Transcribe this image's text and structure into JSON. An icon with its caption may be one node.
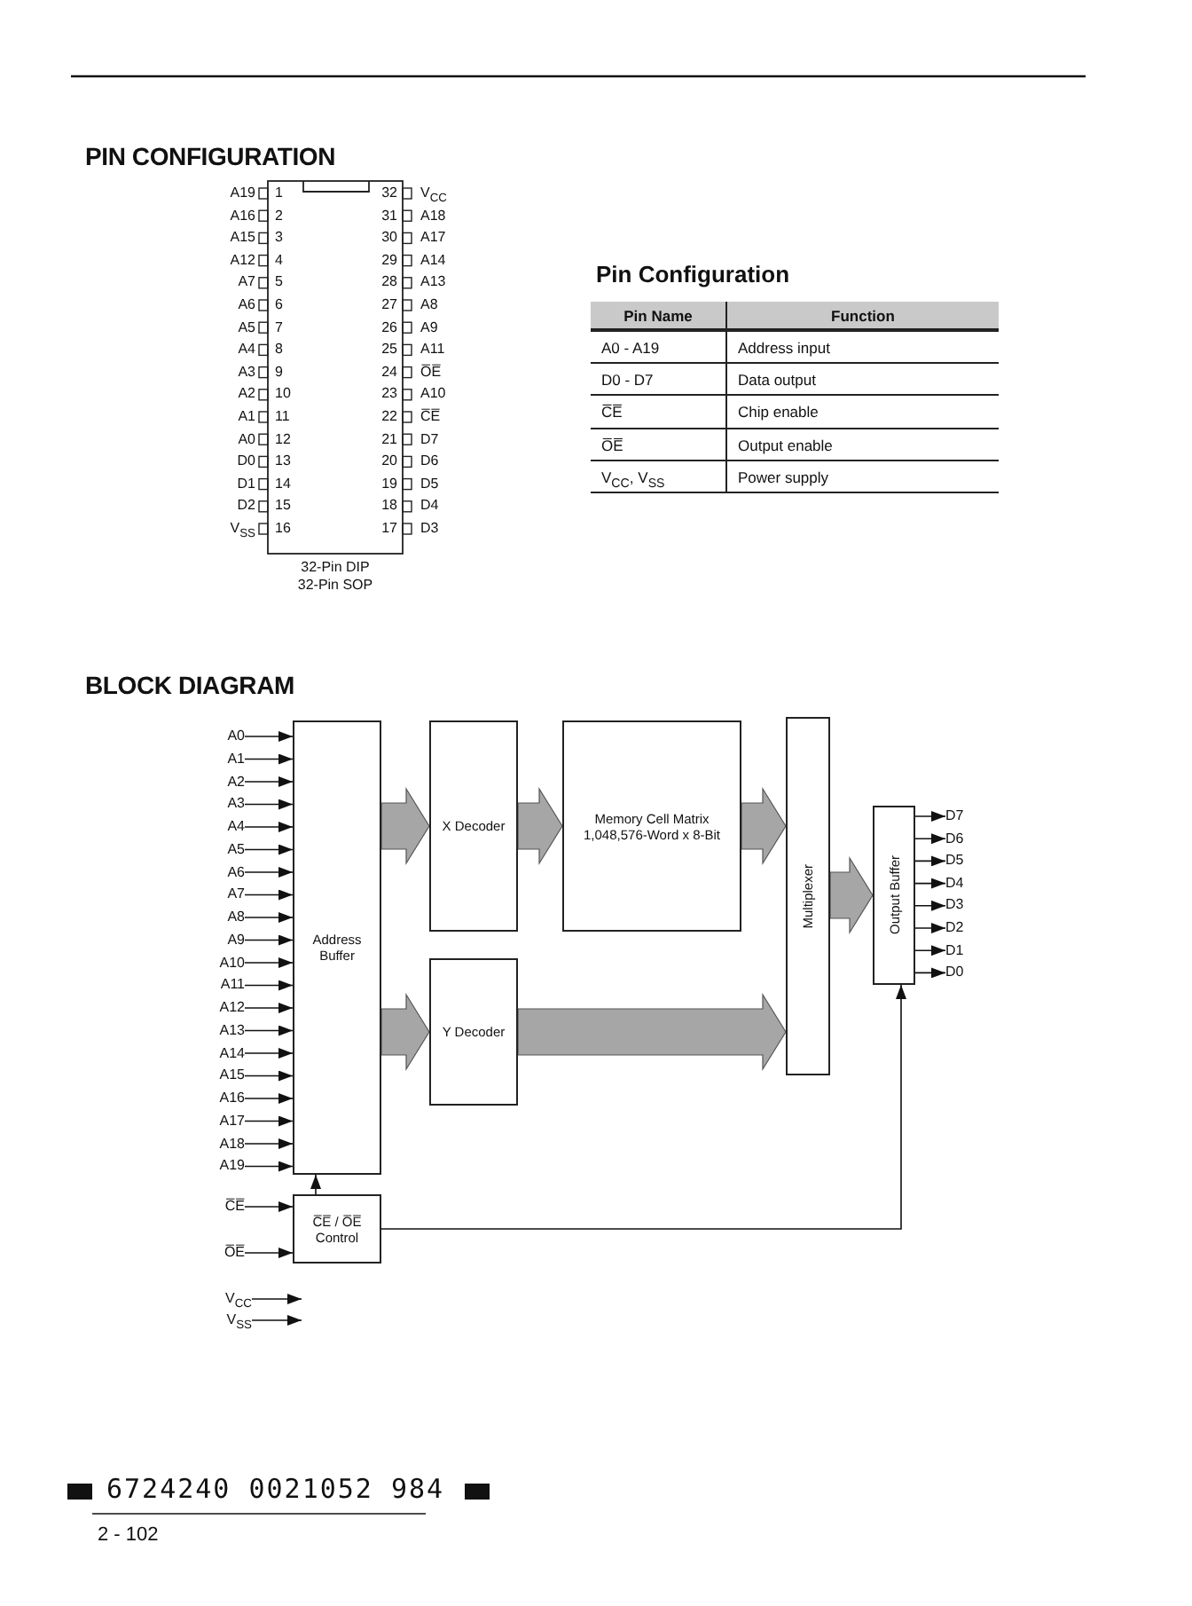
{
  "diagram": {
    "nodes": [
      {
        "text": [
          "Address Buffer"
        ]
      },
      {
        "text": [
          "X Decoder"
        ]
      },
      {
        "text": [
          "Y Decoder"
        ]
      },
      {
        "text": [
          "Memory Cell Matrix 1,048,576-Word x 8-Bit"
        ]
      },
      {
        "text": [
          "Multiplexer"
        ]
      },
      {
        "text": [
          "Output Buffer"
        ]
      },
      {
        "text": [
          "C̅E̅ / O̅E̅ Control"
        ]
      },
      {
        "text": [
          "A0"
        ]
      },
      {
        "text": [
          "A1"
        ]
      },
      {
        "text": [
          "A2"
        ]
      },
      {
        "text": [
          "A3"
        ]
      },
      {
        "text": [
          "A4"
        ]
      },
      {
        "text": [
          "A5"
        ]
      },
      {
        "text": [
          "A6"
        ]
      },
      {
        "text": [
          "A7"
        ]
      },
      {
        "text": [
          "A8"
        ]
      },
      {
        "text": [
          "A9"
        ]
      },
      {
        "text": [
          "A10"
        ]
      },
      {
        "text": [
          "A11"
        ]
      },
      {
        "text": [
          "A12"
        ]
      },
      {
        "text": [
          "A13"
        ]
      },
      {
        "text": [
          "A14"
        ]
      },
      {
        "text": [
          "A15"
        ]
      },
      {
        "text": [
          "A16"
        ]
      },
      {
        "text": [
          "A17"
        ]
      },
      {
        "text": [
          "A18"
        ]
      },
      {
        "text": [
          "A19"
        ]
      },
      {
        "text": [
          "C̅E̅"
        ]
      },
      {
        "text": [
          "O̅E̅"
        ]
      },
      {
        "text": [
          "V$_{CC}$"
        ]
      },
      {
        "text": [
          "V$_{SS}$"
        ]
      },
      {
        "text": [
          "D7"
        ]
      },
      {
        "text": [
          "D6"
        ]
      },
      {
        "text": [
          "D5"
        ]
      },
      {
        "text": [
          "D4"
        ]
      },
      {
        "text": [
          "D3"
        ]
      },
      {
        "text": [
          "D2"
        ]
      },
      {
        "text": [
          "D1"
        ]
      },
      {
        "text": [
          "D0"
        ]
      }
    ],
    "edges": [
      {
        "from": 7,
        "to": 0,
        "arrow": "to"
      },
      {
        "from": 8,
        "to": 0,
        "arrow": "to"
      },
      {
        "from": 9,
        "to": 0,
        "arrow": "to"
      },
      {
        "from": 10,
        "to": 0,
        "arrow": "to"
      },
      {
        "from": 11,
        "to": 0,
        "arrow": "to"
      },
      {
        "from": 12,
        "to": 0,
        "arrow": "to"
      },
      {
        "from": 13,
        "to": 0,
        "arrow": "to"
      },
      {
        "from": 14,
        "to": 0,
        "arrow": "to"
      },
      {
        "from": 15,
        "to": 0,
        "arrow": "to"
      },
      {
        "from": 16,
        "to": 0,
        "arrow": "to"
      },
      {
        "from": 17,
        "to": 0,
        "arrow": "to"
      },
      {
        "from": 18,
        "to": 0,
        "arrow": "to"
      },
      {
        "from": 19,
        "to": 0,
        "arrow": "to"
      },
      {
        "from": 20,
        "to": 0,
        "arrow": "to"
      },
      {
        "from": 21,
        "to": 0,
        "arrow": "to"
      },
      {
        "from": 22,
        "to": 0,
        "arrow": "to"
      },
      {
        "from": 23,
        "to": 0,
        "arrow": "to"
      },
      {
        "from": 24,
        "to": 0,
        "arrow": "to"
      },
      {
        "from": 25,
        "to": 0,
        "arrow": "to"
      },
      {
        "from": 26,
        "to": 0,
        "arrow": "to"
      },
      {
        "from": 27,
        "to": 6,
        "arrow": "to"
      },
      {
        "from": 28,
        "to": 6,
        "arrow": "to"
      },
      {
        "from": 6,
        "to": 0,
        "arrow": "to"
      },
      {
        "from": 6,
        "to": 5,
        "arrow": "to"
      },
      {
        "from": 29,
        "to": null,
        "arrow": "to"
      },
      {
        "from": 30,
        "to": null,
        "arrow": "to"
      },
      {
        "from": 0,
        "to": 1,
        "arrow": "to",
        "style": "thick",
        "color": "#a6a6a6"
      },
      {
        "from": 0,
        "to": 2,
        "arrow": "to",
        "style": "thick",
        "color": "#a6a6a6"
      },
      {
        "from": 1,
        "to": 3,
        "arrow": "to",
        "style": "thick",
        "color": "#a6a6a6"
      },
      {
        "from": 3,
        "to": 4,
        "arrow": "to",
        "style": "thick",
        "color": "#a6a6a6"
      },
      {
        "from": 2,
        "to": 4,
        "arrow": "to",
        "style": "thick",
        "color": "#a6a6a6"
      },
      {
        "from": 4,
        "to": 5,
        "arrow": "to",
        "style": "thick",
        "color": "#a6a6a6"
      },
      {
        "from": 5,
        "to": 31,
        "arrow": "to"
      },
      {
        "from": 5,
        "to": 32,
        "arrow": "to"
      },
      {
        "from": 5,
        "to": 33,
        "arrow": "to"
      },
      {
        "from": 5,
        "to": 34,
        "arrow": "to"
      },
      {
        "from": 5,
        "to": 35,
        "arrow": "to"
      },
      {
        "from": 5,
        "to": 36,
        "arrow": "to"
      },
      {
        "from": 5,
        "to": 37,
        "arrow": "to"
      },
      {
        "from": 5,
        "to": 38,
        "arrow": "to"
      }
    ],
    "labels": [
      "PIN CONFIGURATION",
      "A19",
      "1",
      "32",
      "V$_{CC}$",
      "A16",
      "2",
      "31",
      "A18",
      "A15",
      "3",
      "30",
      "A17",
      "A12",
      "4",
      "29",
      "A14",
      "A7",
      "5",
      "28",
      "A13",
      "A6",
      "6",
      "27",
      "A8",
      "A5",
      "7",
      "26",
      "A9",
      "A4",
      "8",
      "25",
      "A11",
      "A3",
      "9",
      "24",
      "O̅E̅",
      "A2",
      "10",
      "23",
      "A10",
      "A1",
      "11",
      "22",
      "C̅E̅",
      "A0",
      "12",
      "21",
      "D7",
      "D0",
      "13",
      "20",
      "D6",
      "D1",
      "14",
      "19",
      "D5",
      "D2",
      "15",
      "18",
      "D4",
      "V$_{SS}$",
      "16",
      "17",
      "D3",
      "32-Pin DIP",
      "32-Pin SOP",
      "Pin Configuration",
      "Pin Name",
      "Function",
      "A0 - A19",
      "Address input",
      "D0 - D7",
      "Data output",
      "C̅E̅",
      "Chip enable",
      "O̅E̅",
      "Output enable",
      "V$_{CC}$, V$_{SS}$",
      "Power supply",
      "BLOCK DIAGRAM",
      "6724240 0021052 984",
      "2 - 102"
    ]
  }
}
